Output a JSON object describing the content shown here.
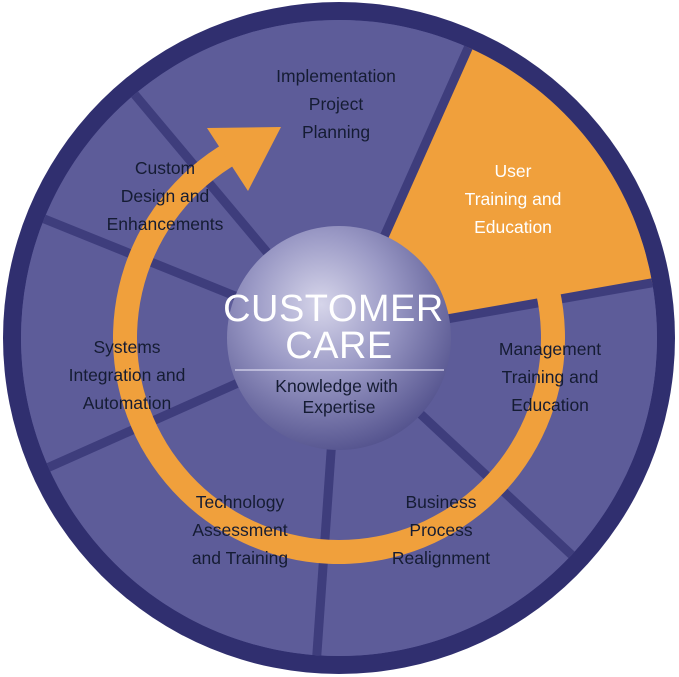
{
  "center": {
    "title_lines": [
      "CUSTOMER",
      "CARE"
    ],
    "subtitle_lines": [
      "Knowledge with",
      "Expertise"
    ]
  },
  "segments": [
    {
      "id": "implementation",
      "lines": [
        "Implementation",
        "Project",
        "Planning"
      ],
      "highlighted": false
    },
    {
      "id": "user-training",
      "lines": [
        "User",
        "Training and",
        "Education"
      ],
      "highlighted": true
    },
    {
      "id": "management-training",
      "lines": [
        "Management",
        "Training and",
        "Education"
      ],
      "highlighted": false
    },
    {
      "id": "business-process",
      "lines": [
        "Business",
        "Process",
        "Realignment"
      ],
      "highlighted": false
    },
    {
      "id": "technology-assessment",
      "lines": [
        "Technology",
        "Assessment",
        "and Training"
      ],
      "highlighted": false
    },
    {
      "id": "systems-integration",
      "lines": [
        "Systems",
        "Integration and",
        "Automation"
      ],
      "highlighted": false
    },
    {
      "id": "custom-design",
      "lines": [
        "Custom",
        "Design and",
        "Enhancements"
      ],
      "highlighted": false
    }
  ],
  "colors": {
    "outer_ring": "#302f6f",
    "segment": "#5d5c99",
    "segment_divider": "#3e3d7c",
    "highlight": "#f0a03c",
    "arrow": "#f0a03c",
    "center_light": "#b9b8d8",
    "center_dark": "#5e5d97",
    "text_dark": "#151c33",
    "text_light": "#ffffff"
  }
}
